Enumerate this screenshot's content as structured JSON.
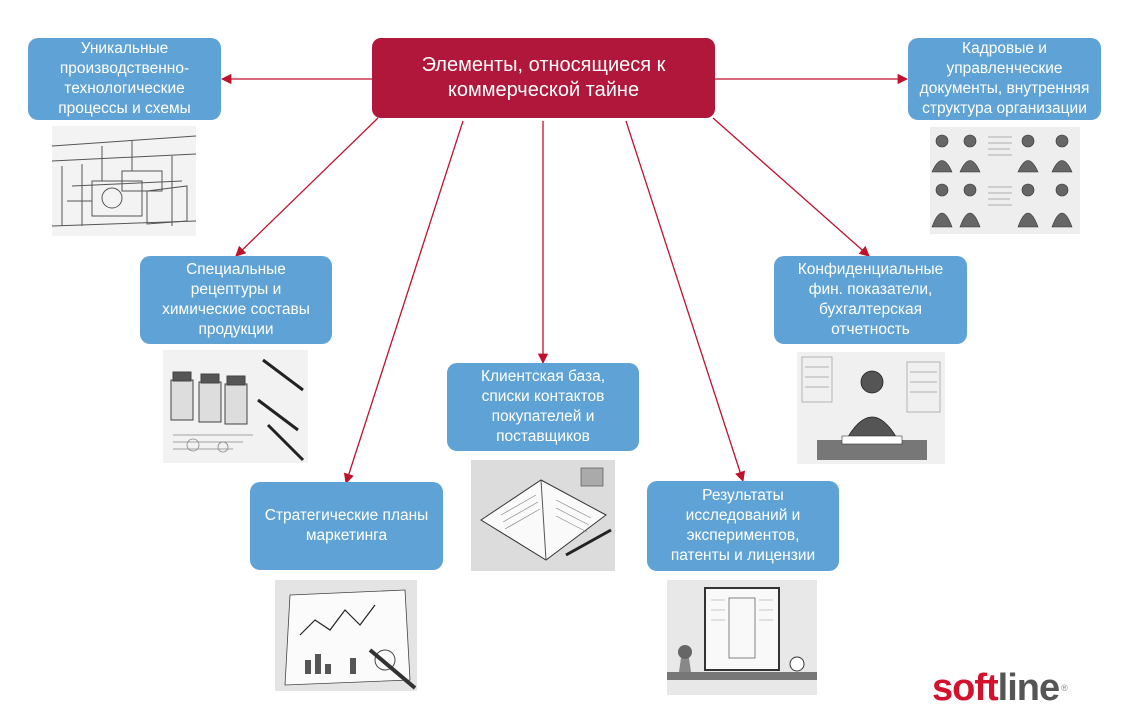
{
  "title": "Элементы, относящиеся к коммерческой тайне",
  "nodes": {
    "processes": [
      "Уникальные",
      "производственно-",
      "технологические",
      "процессы и схемы"
    ],
    "hr_docs": [
      "Кадровые и",
      "управленческие",
      "документы, внутренняя",
      "структура организации"
    ],
    "recipes": [
      "Специальные",
      "рецептуры и",
      "химические составы",
      "продукции"
    ],
    "finance": [
      "Конфиденциальные",
      "фин. показатели,",
      "бухгалтерская",
      "отчетность"
    ],
    "clients": [
      "Клиентская база,",
      "списки контактов",
      "покупателей и",
      "поставщиков"
    ],
    "marketing": [
      "Стратегические планы",
      "маркетинга"
    ],
    "research": [
      "Результаты",
      "исследований и",
      "экспериментов,",
      "патенты и лицензии"
    ]
  },
  "illustrations": {
    "processes": "factory-equipment-sketch",
    "hr_docs": "employee-portraits-sketch",
    "recipes": "chemical-vials-sketch",
    "finance": "accountant-at-desk-sketch",
    "clients": "open-notebook-sketch",
    "marketing": "marketing-charts-sketch",
    "research": "framed-patent-sketch"
  },
  "logo": {
    "soft": "soft",
    "line": "line",
    "reg": "®"
  },
  "colors": {
    "root_fill": "#b0173a",
    "node_fill": "#5fa3d6",
    "connector": "#c0112d",
    "logo_soft": "#d3122d",
    "logo_line": "#555555"
  }
}
